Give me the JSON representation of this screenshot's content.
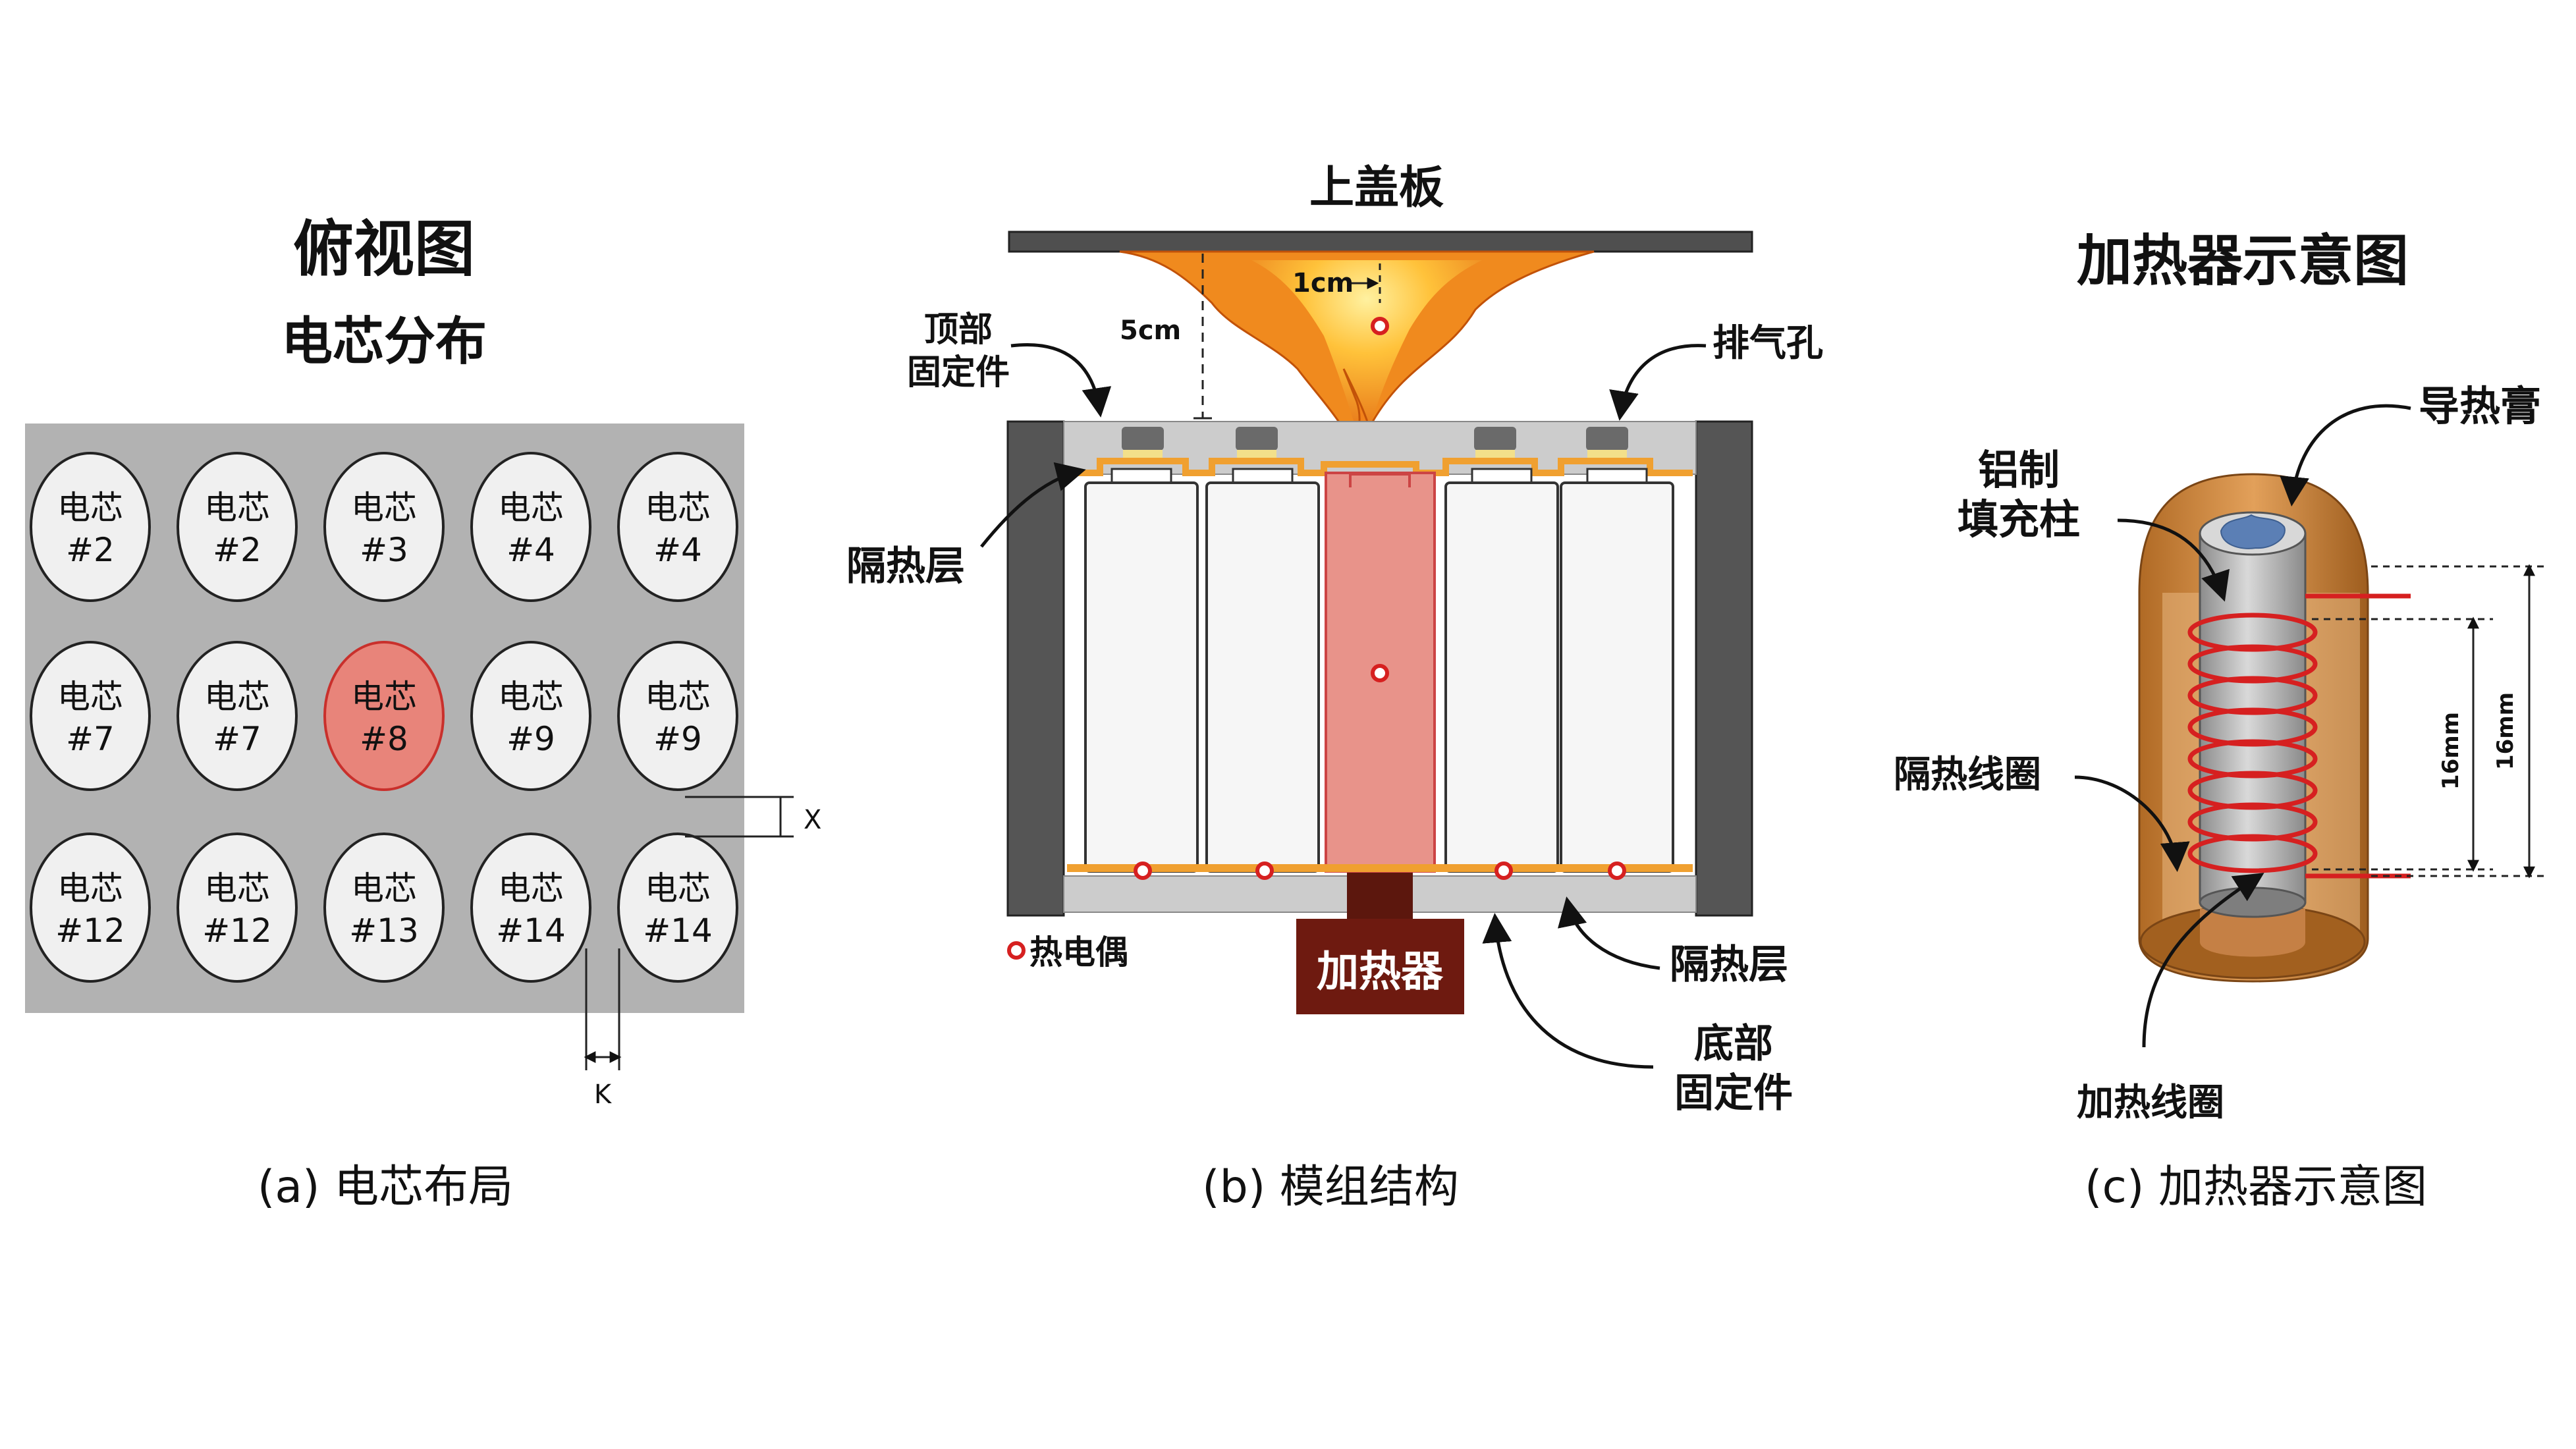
{
  "panel_a": {
    "title": "俯视图",
    "subtitle": "电芯分布",
    "caption": "(a) 电芯布局",
    "cells": [
      {
        "top": "电芯",
        "bottom": "#2"
      },
      {
        "top": "电芯",
        "bottom": "#2"
      },
      {
        "top": "电芯",
        "bottom": "#3"
      },
      {
        "top": "电芯",
        "bottom": "#4"
      },
      {
        "top": "电芯",
        "bottom": "#4"
      },
      {
        "top": "电芯",
        "bottom": "#7"
      },
      {
        "top": "电芯",
        "bottom": "#7"
      },
      {
        "top": "电芯",
        "bottom": "#8"
      },
      {
        "top": "电芯",
        "bottom": "#9"
      },
      {
        "top": "电芯",
        "bottom": "#9"
      },
      {
        "top": "电芯",
        "bottom": "#12"
      },
      {
        "top": "电芯",
        "bottom": "#12"
      },
      {
        "top": "电芯",
        "bottom": "#13"
      },
      {
        "top": "电芯",
        "bottom": "#14"
      },
      {
        "top": "电芯",
        "bottom": "#14"
      }
    ],
    "highlight_cell": "#8",
    "gap_x_label": "X",
    "gap_k_label": "K",
    "colors": {
      "background": "#b2b2b2",
      "cell": "#f0f0f0",
      "highlight": "#e8847a",
      "highlight_stroke": "#c9302c"
    }
  },
  "panel_b": {
    "caption": "(b) 模组结构",
    "top_plate": "上盖板",
    "dim_1cm": "1cm",
    "dim_5cm": "5cm",
    "top_fixture": "顶部\n固定件",
    "vent": "排气孔",
    "insulation_top": "隔热层",
    "heater": "加热器",
    "thermocouple": "热电偶",
    "insulation_bottom": "隔热层",
    "bottom_fixture": "底部\n固定件",
    "colors": {
      "wall": "#505050",
      "insulation": "#f0a030",
      "heater": "#6e1a10",
      "heated_cell": "#e8938a",
      "flame": "#f08a1e",
      "thermocouple": "#d62020"
    }
  },
  "panel_c": {
    "title": "加热器示意图",
    "caption": "(c) 加热器示意图",
    "thermal_paste": "导热膏",
    "aluminum_column": "铝制\n填充柱",
    "insulation_coil": "隔热线圈",
    "heating_coil": "加热线圈",
    "dim_inner": "16mm",
    "dim_outer": "16mm",
    "colors": {
      "housing": "#c8823a",
      "column": "#c0c0c0",
      "coil": "#d62020",
      "paste": "#5b7fb5"
    }
  }
}
